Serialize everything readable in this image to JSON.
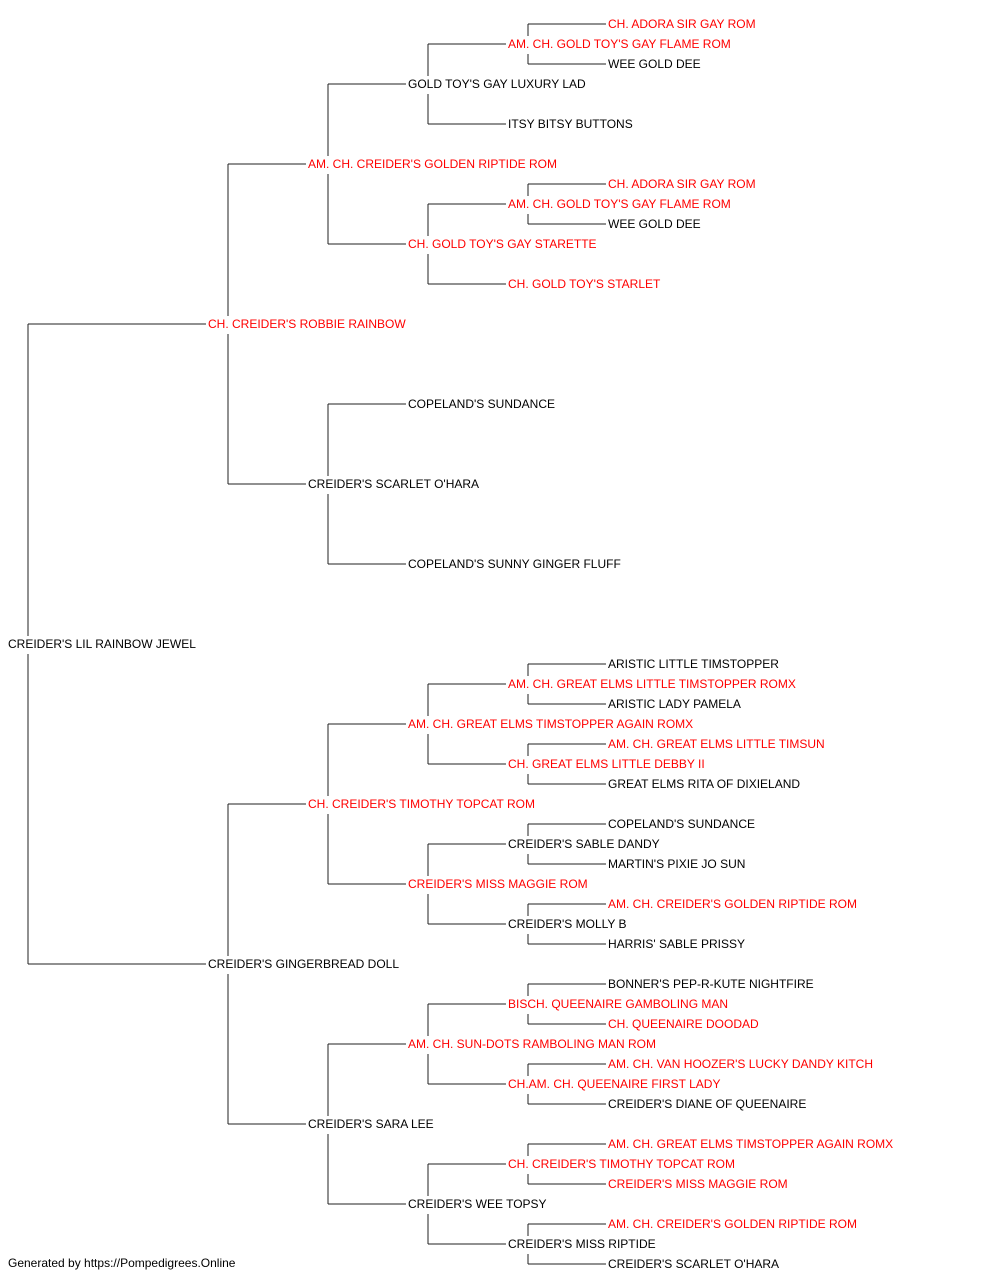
{
  "colors": {
    "champion": "#ff0000",
    "normal": "#000000",
    "line": "#222222"
  },
  "pedigree": {
    "name": "CREIDER'S LIL RAINBOW JEWEL",
    "champion": false,
    "sire": {
      "name": "CH. CREIDER'S ROBBIE RAINBOW",
      "champion": true,
      "sire": {
        "name": "AM. CH. CREIDER'S GOLDEN RIPTIDE ROM",
        "champion": true,
        "sire": {
          "name": "GOLD TOY'S GAY LUXURY LAD",
          "champion": false,
          "sire": {
            "name": "AM. CH. GOLD TOY'S GAY FLAME ROM",
            "champion": true,
            "sire": {
              "name": "CH. ADORA SIR GAY ROM",
              "champion": true
            },
            "dam": {
              "name": "WEE GOLD DEE",
              "champion": false
            }
          },
          "dam": {
            "name": "ITSY BITSY BUTTONS",
            "champion": false
          }
        },
        "dam": {
          "name": "CH. GOLD TOY'S GAY STARETTE",
          "champion": true,
          "sire": {
            "name": "AM. CH. GOLD TOY'S GAY FLAME ROM",
            "champion": true,
            "sire": {
              "name": "CH. ADORA SIR GAY ROM",
              "champion": true
            },
            "dam": {
              "name": "WEE GOLD DEE",
              "champion": false
            }
          },
          "dam": {
            "name": "CH. GOLD TOY'S STARLET",
            "champion": true
          }
        }
      },
      "dam": {
        "name": "CREIDER'S SCARLET O'HARA",
        "champion": false,
        "sire": {
          "name": "COPELAND'S SUNDANCE",
          "champion": false
        },
        "dam": {
          "name": "COPELAND'S SUNNY GINGER FLUFF",
          "champion": false
        }
      }
    },
    "dam": {
      "name": "CREIDER'S GINGERBREAD DOLL",
      "champion": false,
      "sire": {
        "name": "CH. CREIDER'S TIMOTHY TOPCAT ROM",
        "champion": true,
        "sire": {
          "name": "AM. CH. GREAT ELMS TIMSTOPPER AGAIN ROMX",
          "champion": true,
          "sire": {
            "name": "AM. CH. GREAT ELMS LITTLE TIMSTOPPER ROMX",
            "champion": true,
            "sire": {
              "name": "ARISTIC LITTLE TIMSTOPPER",
              "champion": false
            },
            "dam": {
              "name": "ARISTIC LADY PAMELA",
              "champion": false
            }
          },
          "dam": {
            "name": "CH. GREAT ELMS LITTLE DEBBY II",
            "champion": true,
            "sire": {
              "name": "AM. CH. GREAT ELMS LITTLE TIMSUN",
              "champion": true
            },
            "dam": {
              "name": "GREAT ELMS RITA OF DIXIELAND",
              "champion": false
            }
          }
        },
        "dam": {
          "name": "CREIDER'S MISS MAGGIE ROM",
          "champion": true,
          "sire": {
            "name": "CREIDER'S SABLE DANDY",
            "champion": false,
            "sire": {
              "name": "COPELAND'S SUNDANCE",
              "champion": false
            },
            "dam": {
              "name": "MARTIN'S PIXIE JO SUN",
              "champion": false
            }
          },
          "dam": {
            "name": "CREIDER'S MOLLY B",
            "champion": false,
            "sire": {
              "name": "AM. CH. CREIDER'S GOLDEN RIPTIDE ROM",
              "champion": true
            },
            "dam": {
              "name": "HARRIS' SABLE PRISSY",
              "champion": false
            }
          }
        }
      },
      "dam": {
        "name": "CREIDER'S SARA LEE",
        "champion": false,
        "sire": {
          "name": "AM. CH. SUN-DOTS RAMBOLING MAN ROM",
          "champion": true,
          "sire": {
            "name": "BISCH. QUEENAIRE GAMBOLING MAN",
            "champion": true,
            "sire": {
              "name": "BONNER'S PEP-R-KUTE NIGHTFIRE",
              "champion": false
            },
            "dam": {
              "name": "CH. QUEENAIRE DOODAD",
              "champion": true
            }
          },
          "dam": {
            "name": "CH.AM. CH. QUEENAIRE FIRST LADY",
            "champion": true,
            "sire": {
              "name": "AM. CH. VAN HOOZER'S LUCKY DANDY KITCH",
              "champion": true
            },
            "dam": {
              "name": "CREIDER'S DIANE OF QUEENAIRE",
              "champion": false
            }
          }
        },
        "dam": {
          "name": "CREIDER'S WEE TOPSY",
          "champion": false,
          "sire": {
            "name": "CH. CREIDER'S TIMOTHY TOPCAT ROM",
            "champion": true,
            "sire": {
              "name": "AM. CH. GREAT ELMS TIMSTOPPER AGAIN ROMX",
              "champion": true
            },
            "dam": {
              "name": "CREIDER'S MISS MAGGIE ROM",
              "champion": true
            }
          },
          "dam": {
            "name": "CREIDER'S MISS RIPTIDE",
            "champion": false,
            "sire": {
              "name": "AM. CH. CREIDER'S GOLDEN RIPTIDE ROM",
              "champion": true
            },
            "dam": {
              "name": "CREIDER'S SCARLET O'HARA",
              "champion": false
            }
          }
        }
      }
    }
  },
  "footer": "Generated by https://Pompedigrees.Online"
}
